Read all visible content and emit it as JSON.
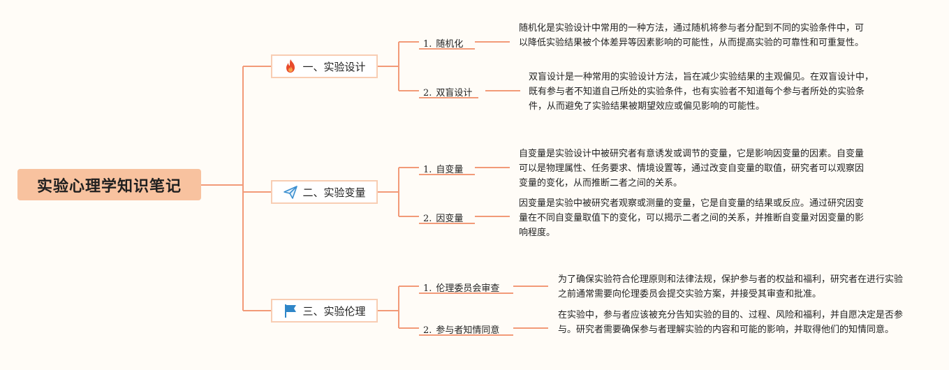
{
  "root": {
    "title": "实验心理学知识笔记"
  },
  "colors": {
    "line": "#f29a78",
    "root_bg": "#f8c29f",
    "branch_border": "#f8cdb3",
    "fire": "#e84a2c",
    "plane": "#3a8fd0",
    "flag": "#2f86c8"
  },
  "branches": [
    {
      "label": "一、实验设计",
      "icon": "fire-icon",
      "children": [
        {
          "num": "1.",
          "label": "随机化",
          "desc": "随机化是实验设计中常用的一种方法，通过随机将参与者分配到不同的实验条件中，可以降低实验结果被个体差异等因素影响的可能性，从而提高实验的可靠性和可重复性。"
        },
        {
          "num": "2.",
          "label": "双盲设计",
          "desc": "双盲设计是一种常用的实验设计方法，旨在减少实验结果的主观偏见。在双盲设计中，既有参与者不知道自己所处的实验条件，也有实验者不知道每个参与者所处的实验条件，从而避免了实验结果被期望效应或偏见影响的可能性。"
        }
      ]
    },
    {
      "label": "二、实验变量",
      "icon": "paper-plane-icon",
      "children": [
        {
          "num": "1.",
          "label": "自变量",
          "desc": "自变量是实验设计中被研究者有意诱发或调节的变量，它是影响因变量的因素。自变量可以是物理属性、任务要求、情境设置等，通过改变自变量的取值，研究者可以观察因变量的变化，从而推断二者之间的关系。"
        },
        {
          "num": "2.",
          "label": "因变量",
          "desc": "因变量是实验中被研究者观察或测量的变量，它是自变量的结果或反应。通过研究因变量在不同自变量取值下的变化，可以揭示二者之间的关系，并推断自变量对因变量的影响程度。"
        }
      ]
    },
    {
      "label": "三、实验伦理",
      "icon": "flag-icon",
      "children": [
        {
          "num": "1.",
          "label": "伦理委员会审查",
          "desc": "为了确保实验符合伦理原则和法律法规，保护参与者的权益和福利，研究者在进行实验之前通常需要向伦理委员会提交实验方案，并接受其审查和批准。"
        },
        {
          "num": "2.",
          "label": "参与者知情同意",
          "desc": "在实验中，参与者应该被充分告知实验的目的、过程、风险和福利，并自愿决定是否参与。研究者需要确保参与者理解实验的内容和可能的影响，并取得他们的知情同意。"
        }
      ]
    }
  ]
}
